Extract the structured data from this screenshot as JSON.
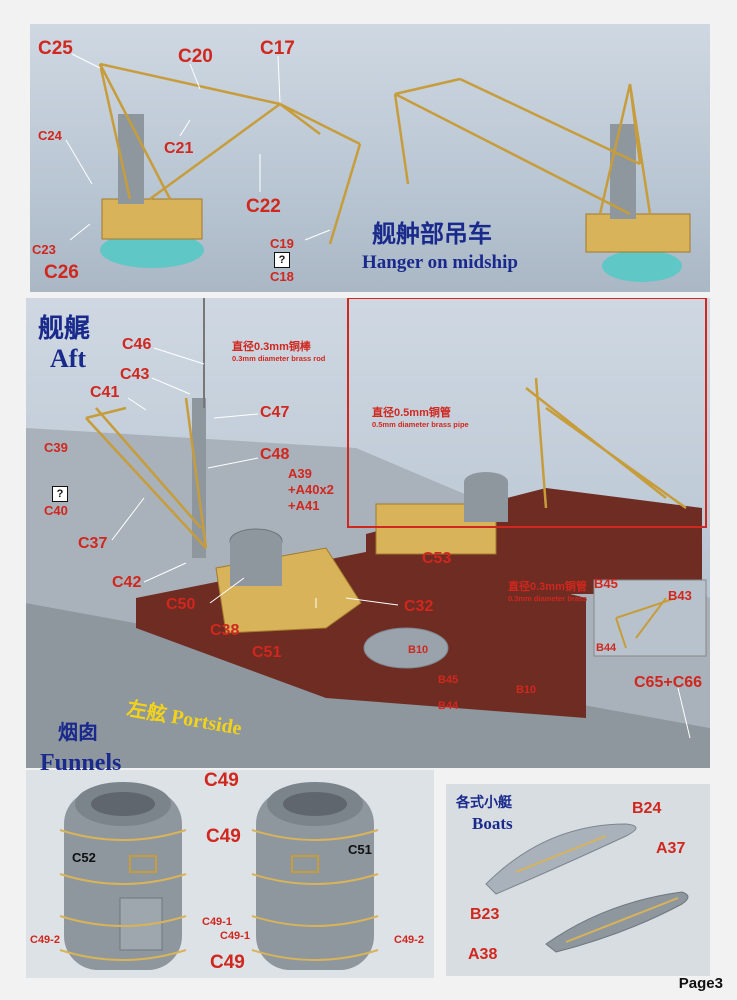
{
  "top": {
    "title_cn": "舰舯部吊车",
    "title_en": "Hanger on midship",
    "labels": {
      "c25": "C25",
      "c20": "C20",
      "c17": "C17",
      "c24": "C24",
      "c21": "C21",
      "c22": "C22",
      "c23": "C23",
      "c26": "C26",
      "c19": "C19",
      "c18": "C18"
    },
    "qmark": "?"
  },
  "aft": {
    "title_cn": "舰艉",
    "title_en": "Aft",
    "portside_cn": "左舷",
    "portside_en": "Portside",
    "note1_cn": "直径0.3mm铜棒",
    "note1_en": "0.3mm diameter brass rod",
    "note2_cn": "直径0.5mm铜管",
    "note2_en": "0.5mm diameter brass pipe",
    "note3_cn": "直径0.3mm铜管",
    "note3_en": "0.3mm diameter brass",
    "labels": {
      "c46": "C46",
      "c43": "C43",
      "c41": "C41",
      "c47": "C47",
      "c48": "C48",
      "a39": "A39",
      "a40": "+A40x2",
      "a41": "+A41",
      "c39": "C39",
      "c40": "C40",
      "c37": "C37",
      "c42": "C42",
      "c50": "C50",
      "c38": "C38",
      "c51": "C51",
      "c32": "C32",
      "c53": "C53",
      "b10a": "B10",
      "b10b": "B10",
      "b45a": "B45",
      "b44a": "B44",
      "b45b": "B45",
      "b43": "B43",
      "b44b": "B44",
      "c65": "C65+C66"
    },
    "qmark": "?"
  },
  "funnels": {
    "title_cn": "烟囱",
    "title_en": "Funnels",
    "labels": {
      "c49a": "C49",
      "c49b": "C49",
      "c49c": "C49",
      "c52": "C52",
      "c51": "C51",
      "c49_1a": "C49-1",
      "c49_1b": "C49-1",
      "c49_2a": "C49-2",
      "c49_2b": "C49-2"
    }
  },
  "boats": {
    "title_cn": "各式小艇",
    "title_en": "Boats",
    "labels": {
      "b24": "B24",
      "a37": "A37",
      "b23": "B23",
      "a38": "A38"
    }
  },
  "page": "Page3",
  "colors": {
    "label_red": "#d0271e",
    "title_blue": "#1a2a8c",
    "brass": "#d8b35a",
    "grey_resin": "#8e969e",
    "deck_brown": "#6e2c22",
    "base_teal": "#5fc7c6"
  }
}
